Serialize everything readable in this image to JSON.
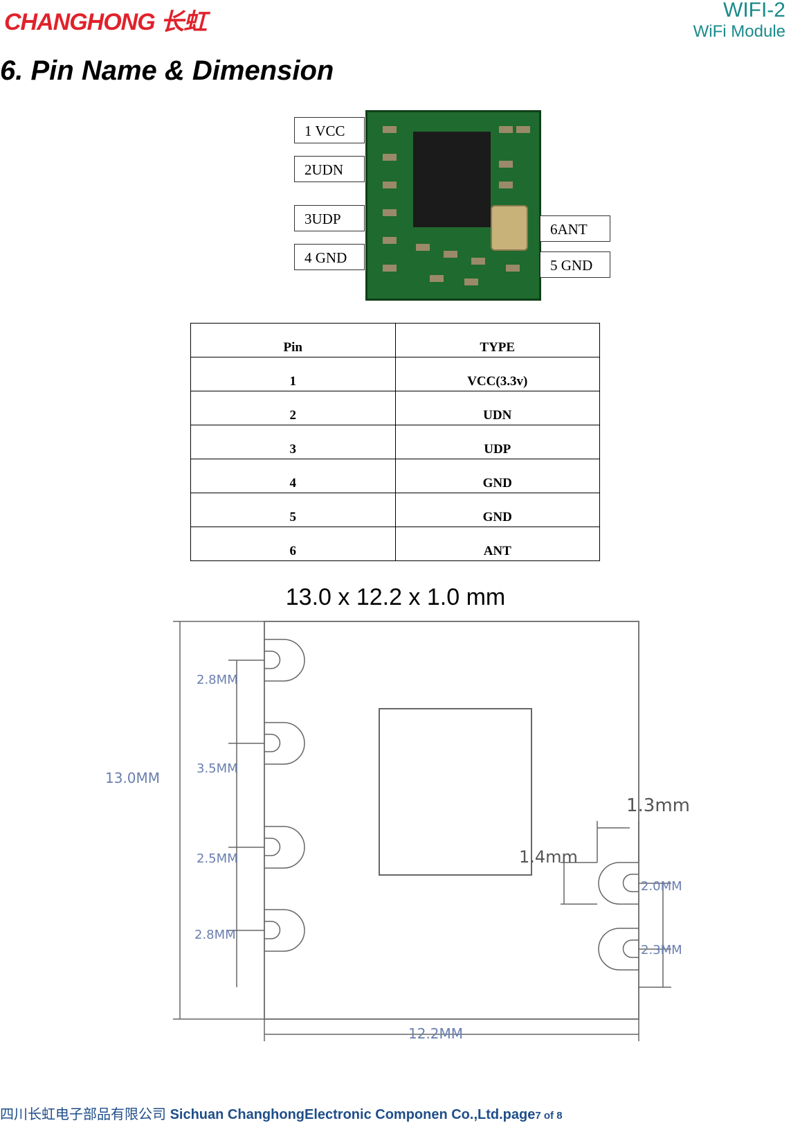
{
  "header": {
    "logo_text": "CHANGHONG 长虹",
    "model": "WIFI-2",
    "product": "WiFi Module"
  },
  "section_title": "6. Pin Name & Dimension",
  "pin_labels": [
    "1 VCC",
    "2UDN",
    "3UDP",
    "4 GND",
    "6ANT",
    "5 GND"
  ],
  "pin_table": {
    "headers": [
      "Pin",
      "TYPE"
    ],
    "rows": [
      [
        "1",
        "VCC(3.3v)"
      ],
      [
        "2",
        "UDN"
      ],
      [
        "3",
        "UDP"
      ],
      [
        "4",
        "GND"
      ],
      [
        "5",
        "GND"
      ],
      [
        "6",
        "ANT"
      ]
    ]
  },
  "dimension_title": "13.0 x 12.2 x 1.0 mm",
  "drawing": {
    "height_label": "13.0MM",
    "width_label": "12.2MM",
    "left_spacings": [
      "2.8MM",
      "3.5MM",
      "2.5MM",
      "2.8MM"
    ],
    "right_pad_width": "1.3mm",
    "right_pad_height": "1.4mm",
    "right_spacings": [
      "2.0MM",
      "2.3MM"
    ]
  },
  "footer": {
    "company_cn": "四川长虹电子部品有限公司",
    "company_en": "Sichuan ChanghongElectronic Componen Co.,Ltd.page",
    "page_num": "7",
    "page_of": " of 8"
  },
  "colors": {
    "brand_red": "#e0222b",
    "header_teal": "#1a8a8a",
    "footer_blue": "#1f4e8a",
    "drawing_blue": "#6a7fb0"
  }
}
